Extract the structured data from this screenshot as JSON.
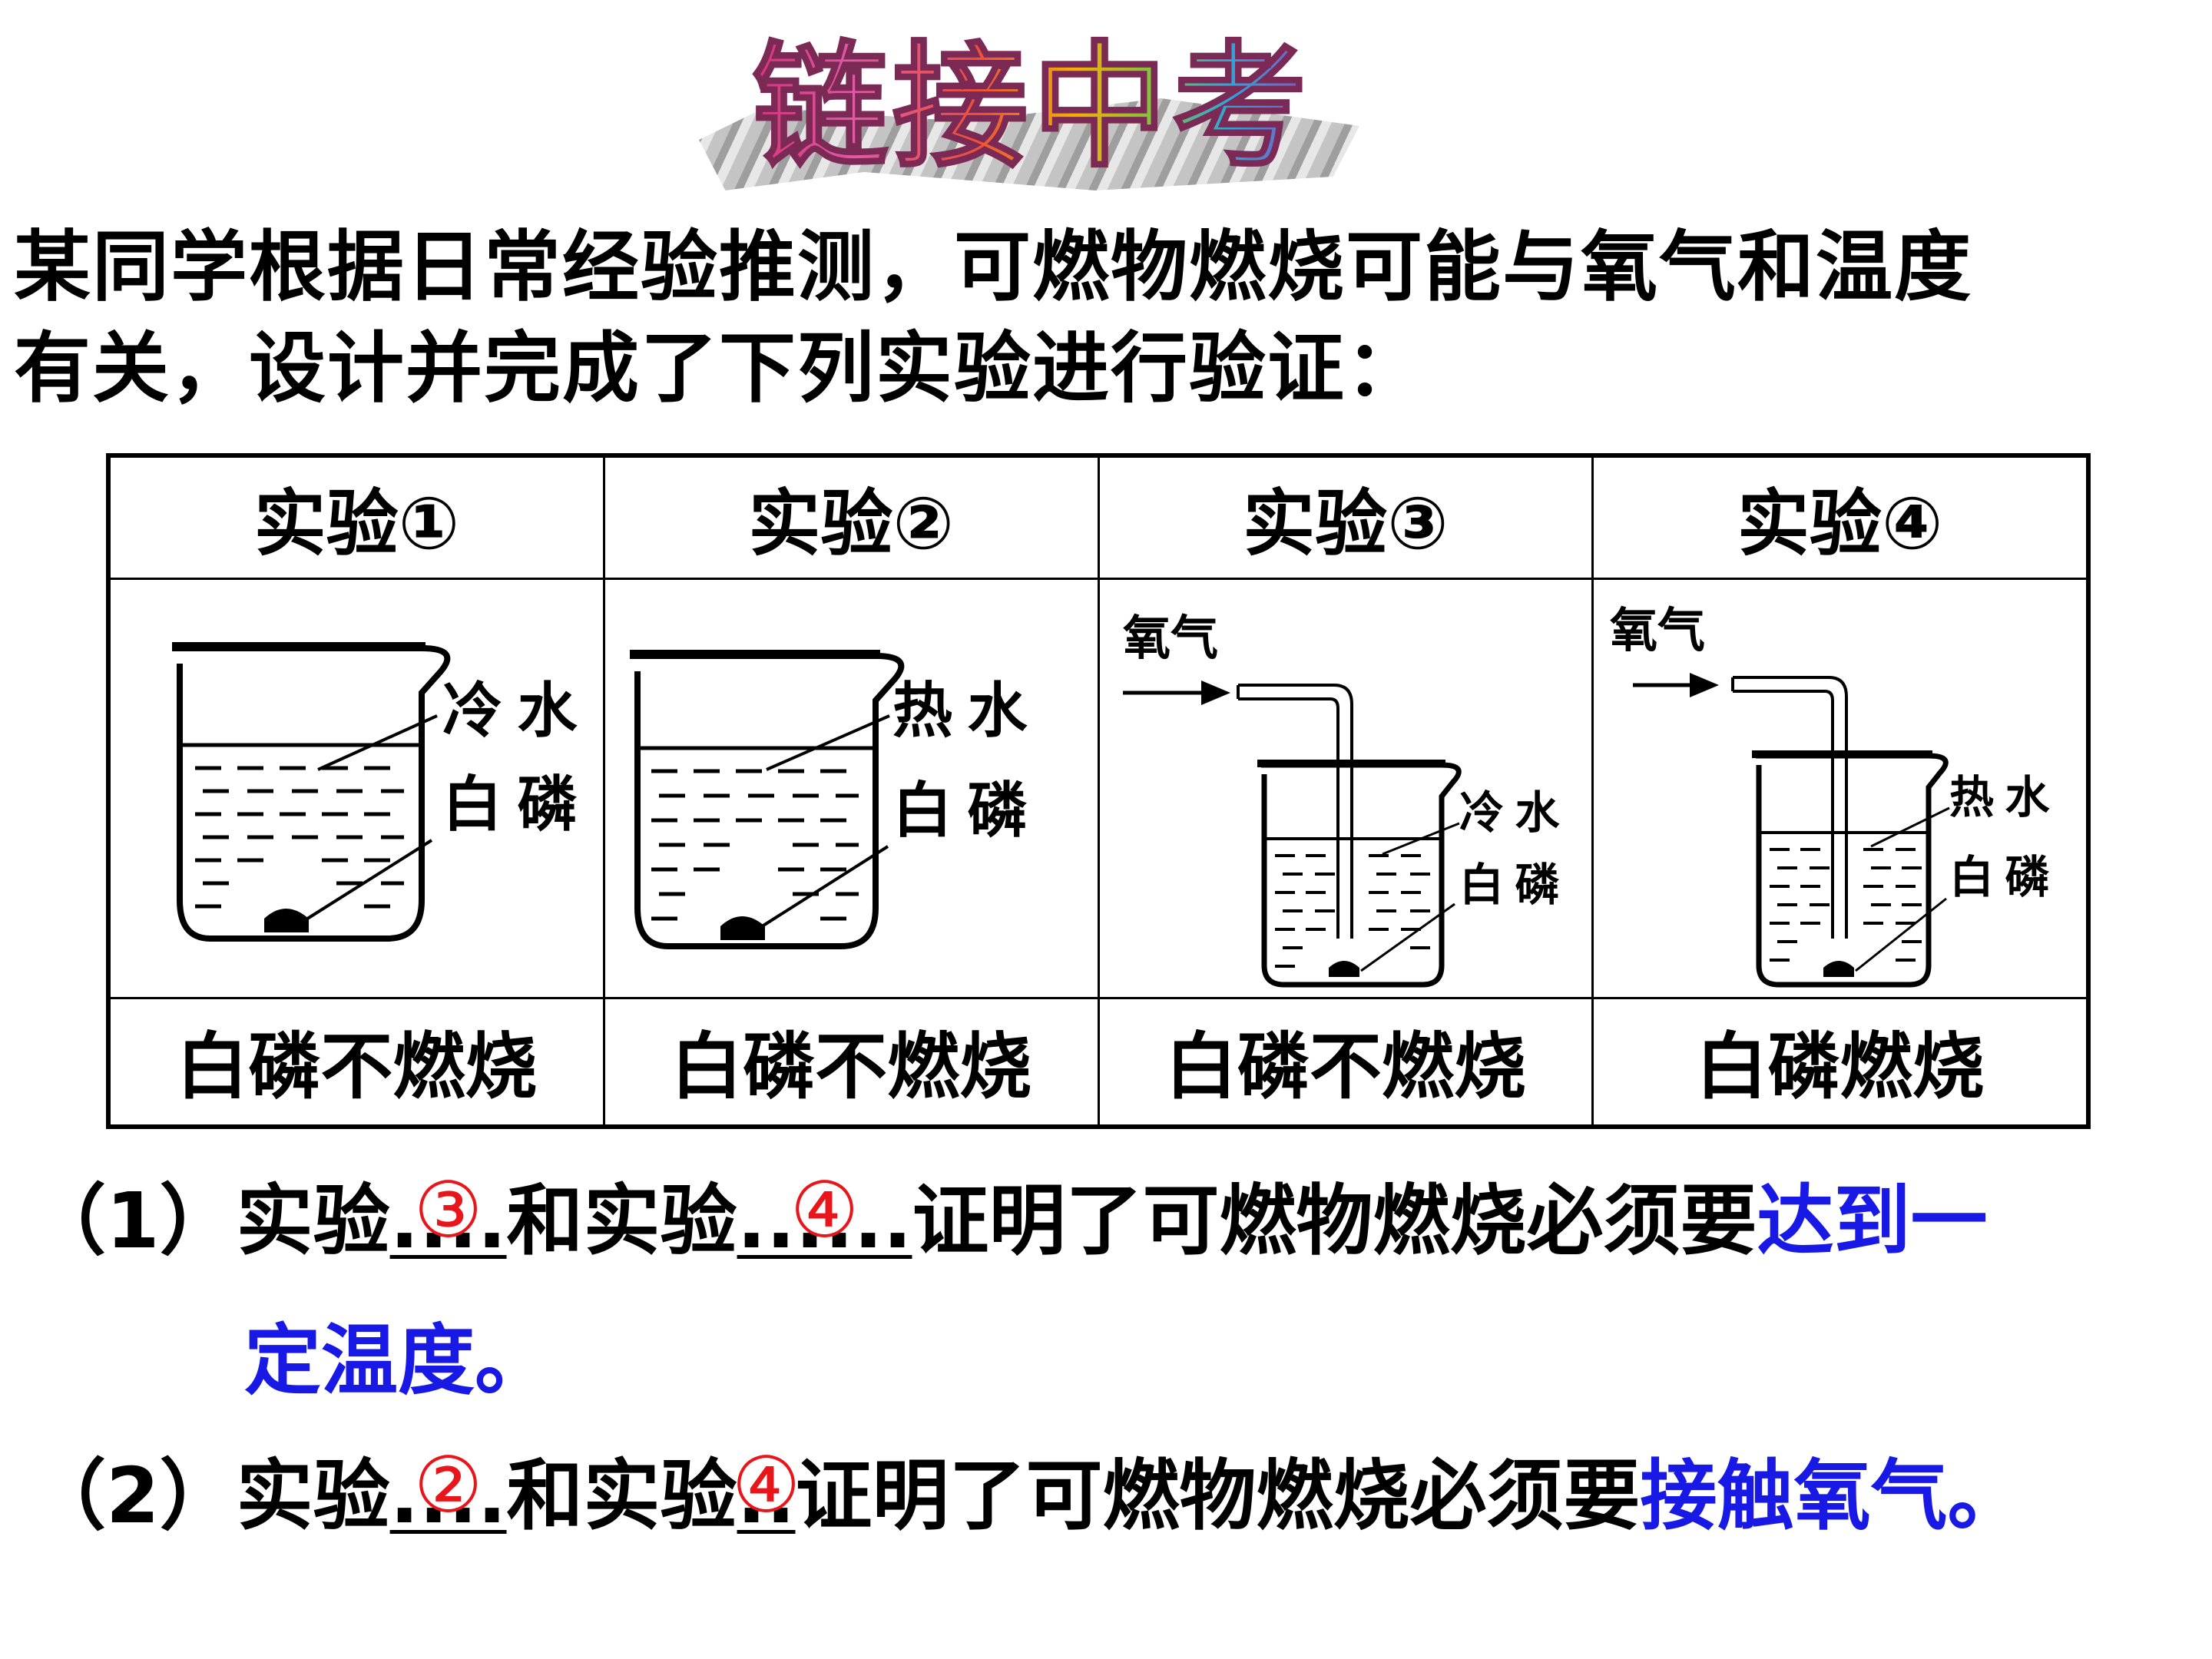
{
  "header": {
    "title": "链接中考"
  },
  "intro": {
    "line1": "某同学根据日常经验推测，可燃物燃烧可能与氧气和温度",
    "line2": "有关，设计并完成了下列实验进行验证："
  },
  "table": {
    "headers": [
      "实验①",
      "实验②",
      "实验③",
      "实验④"
    ],
    "labels": {
      "cold_water": "冷 水",
      "hot_water": "热 水",
      "white_phosphorus": "白 磷",
      "cold_water_small": "冷 水",
      "hot_water_small": "热 水",
      "white_phosphorus_small": "白 磷",
      "oxygen": "氧气"
    },
    "results": [
      "白磷不燃烧",
      "白磷不燃烧",
      "白磷不燃烧",
      "白磷燃烧"
    ]
  },
  "questions": {
    "q1": {
      "prefix": "（1）实验",
      "blank1_dots": "....",
      "answer1": "③",
      "middle": "和实验",
      "blank2_dots": "......",
      "answer2": "④",
      "suffix": "证明了可燃物燃烧必须要",
      "answer_text_a": "达到一",
      "answer_text_b": "定温度。"
    },
    "q2": {
      "prefix": "（2）实验",
      "blank1_dots": "....",
      "answer1": "②",
      "middle": "和实验",
      "blank2_dots": "..",
      "answer2": "④",
      "suffix": "证明了可燃物燃烧必须要",
      "answer_text": "接触氧气。"
    }
  },
  "colors": {
    "answer_red": "#e8151b",
    "answer_blue": "#1919e6"
  }
}
